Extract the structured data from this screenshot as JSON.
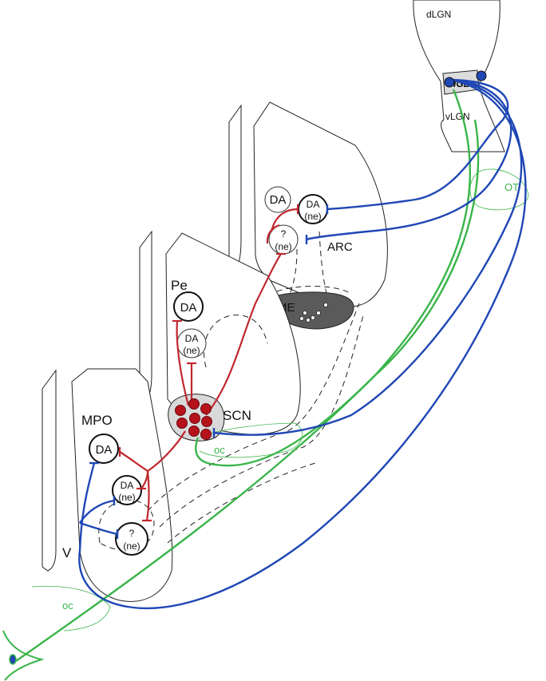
{
  "labels": {
    "dlgn": "dLGN",
    "igl": "IGL",
    "vlgn": "vLGN",
    "ot": "OT",
    "oc_upper": "oc",
    "oc_lower": "oc",
    "arc": "ARC",
    "me": "ME",
    "pe": "Pe",
    "scn": "SCN",
    "mpo": "MPO",
    "v": "V"
  },
  "cells": {
    "arc_da": "DA",
    "arc_da_ne_top": "DA",
    "arc_da_ne_bottom": "(ne)",
    "arc_q_top": "?",
    "arc_q_bottom": "(ne)",
    "pe_da": "DA",
    "pe_da_ne_top": "DA",
    "pe_da_ne_bottom": "(ne)",
    "mpo_da": "DA",
    "mpo_da_ne_top": "DA",
    "mpo_da_ne_bottom": "(ne)",
    "mpo_q_top": "?",
    "mpo_q_bottom": "(ne)"
  },
  "colors": {
    "red_projection": "#c0272d",
    "blue_projection": "#1f47b5",
    "green_projection": "#3ab54a",
    "scn_neuron": "#b5121b",
    "scn_fill": "#d9d9d9",
    "me_fill": "#5a5a5a"
  }
}
